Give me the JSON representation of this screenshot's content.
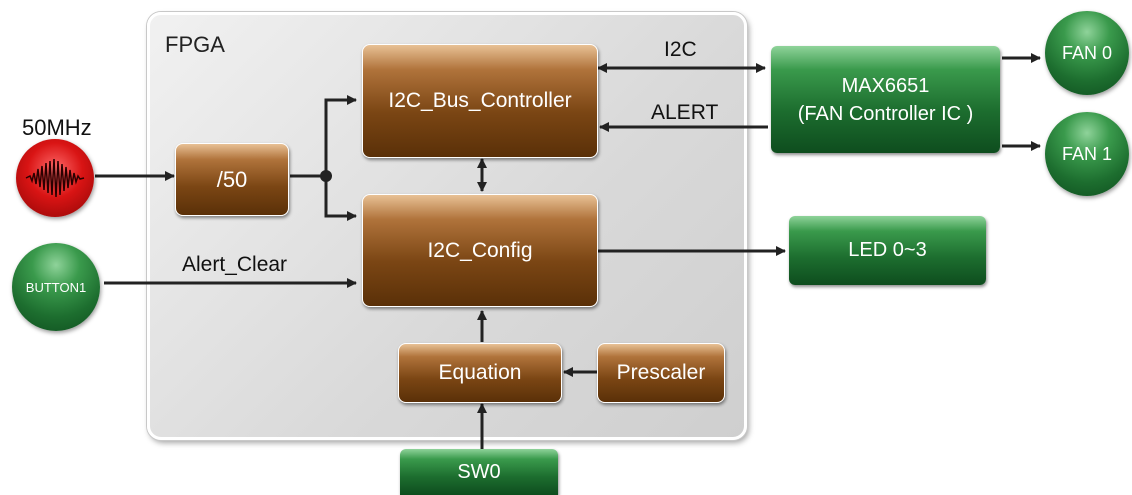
{
  "fpga": {
    "label": "FPGA"
  },
  "clock": {
    "label": "50MHz"
  },
  "blocks": {
    "divider": "/50",
    "bus_controller": "I2C_Bus_Controller",
    "config": "I2C_Config",
    "equation": "Equation",
    "prescaler": "Prescaler"
  },
  "external": {
    "max6651_line1": "MAX6651",
    "max6651_line2": "(FAN Controller IC )",
    "led": "LED 0~3",
    "sw0": "SW0",
    "button1": "BUTTON1",
    "fan0": "FAN 0",
    "fan1": "FAN 1"
  },
  "signals": {
    "i2c": "I2C",
    "alert": "ALERT",
    "alert_clear": "Alert_Clear"
  },
  "colors": {
    "block": "#7b4614",
    "external": "#1d6e2f",
    "clock": "#d91414",
    "wire": "#222222"
  }
}
